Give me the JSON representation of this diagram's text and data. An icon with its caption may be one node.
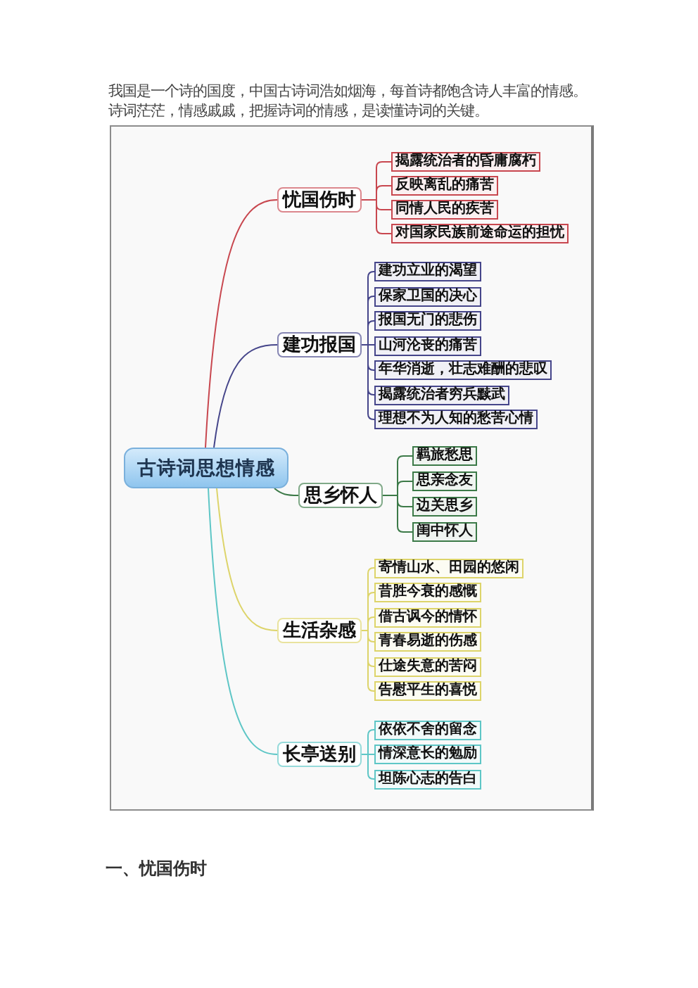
{
  "diagram": {
    "nodes": [
      {
        "text": [
          "古诗词思想情感"
        ]
      },
      {
        "text": [
          "忧国伤时"
        ]
      },
      {
        "text": [
          "揭露统治者的昏庸腐朽"
        ]
      },
      {
        "text": [
          "反映离乱的痛苦"
        ]
      },
      {
        "text": [
          "同情人民的疾苦"
        ]
      },
      {
        "text": [
          "对国家民族前途命运的担忧"
        ]
      },
      {
        "text": [
          "建功报国"
        ]
      },
      {
        "text": [
          "建功立业的渴望"
        ]
      },
      {
        "text": [
          "保家卫国的决心"
        ]
      },
      {
        "text": [
          "报国无门的悲伤"
        ]
      },
      {
        "text": [
          "山河沦丧的痛苦"
        ]
      },
      {
        "text": [
          "年华消逝，壮志难酬的悲叹"
        ]
      },
      {
        "text": [
          "揭露统治者穷兵黩武"
        ]
      },
      {
        "text": [
          "理想不为人知的愁苦心情"
        ]
      },
      {
        "text": [
          "思乡怀人"
        ]
      },
      {
        "text": [
          "羁旅愁思"
        ]
      },
      {
        "text": [
          "思亲念友"
        ]
      },
      {
        "text": [
          "边关思乡"
        ]
      },
      {
        "text": [
          "闺中怀人"
        ]
      },
      {
        "text": [
          "生活杂感"
        ]
      },
      {
        "text": [
          "寄情山水、田园的悠闲"
        ]
      },
      {
        "text": [
          "昔胜今衰的感慨"
        ]
      },
      {
        "text": [
          "借古讽今的情怀"
        ]
      },
      {
        "text": [
          "青春易逝的伤感"
        ]
      },
      {
        "text": [
          "仕途失意的苦闷"
        ]
      },
      {
        "text": [
          "告慰平生的喜悦"
        ]
      },
      {
        "text": [
          "长亭送别"
        ]
      },
      {
        "text": [
          "依依不舍的留念"
        ]
      },
      {
        "text": [
          "情深意长的勉励"
        ]
      },
      {
        "text": [
          "坦陈心志的告白"
        ]
      }
    ],
    "edges": [
      {
        "from": 0,
        "to": 1,
        "arrow": "none",
        "color": "#c8474f"
      },
      {
        "from": 1,
        "to": 2,
        "arrow": "none",
        "color": "#c8474f"
      },
      {
        "from": 1,
        "to": 3,
        "arrow": "none",
        "color": "#c8474f"
      },
      {
        "from": 1,
        "to": 4,
        "arrow": "none",
        "color": "#c8474f"
      },
      {
        "from": 1,
        "to": 5,
        "arrow": "none",
        "color": "#c8474f"
      },
      {
        "from": 0,
        "to": 6,
        "arrow": "none",
        "color": "#45458a"
      },
      {
        "from": 6,
        "to": 7,
        "arrow": "none",
        "color": "#45458a"
      },
      {
        "from": 6,
        "to": 8,
        "arrow": "none",
        "color": "#45458a"
      },
      {
        "from": 6,
        "to": 9,
        "arrow": "none",
        "color": "#45458a"
      },
      {
        "from": 6,
        "to": 10,
        "arrow": "none",
        "color": "#45458a"
      },
      {
        "from": 6,
        "to": 11,
        "arrow": "none",
        "color": "#45458a"
      },
      {
        "from": 6,
        "to": 12,
        "arrow": "none",
        "color": "#45458a"
      },
      {
        "from": 6,
        "to": 13,
        "arrow": "none",
        "color": "#45458a"
      },
      {
        "from": 0,
        "to": 14,
        "arrow": "none",
        "color": "#3c7a48"
      },
      {
        "from": 14,
        "to": 15,
        "arrow": "none",
        "color": "#3c7a48"
      },
      {
        "from": 14,
        "to": 16,
        "arrow": "none",
        "color": "#3c7a48"
      },
      {
        "from": 14,
        "to": 17,
        "arrow": "none",
        "color": "#3c7a48"
      },
      {
        "from": 14,
        "to": 18,
        "arrow": "none",
        "color": "#3c7a48"
      },
      {
        "from": 0,
        "to": 19,
        "arrow": "none",
        "color": "#ddd46a"
      },
      {
        "from": 19,
        "to": 20,
        "arrow": "none",
        "color": "#ddd46a"
      },
      {
        "from": 19,
        "to": 21,
        "arrow": "none",
        "color": "#ddd46a"
      },
      {
        "from": 19,
        "to": 22,
        "arrow": "none",
        "color": "#ddd46a"
      },
      {
        "from": 19,
        "to": 23,
        "arrow": "none",
        "color": "#ddd46a"
      },
      {
        "from": 19,
        "to": 24,
        "arrow": "none",
        "color": "#ddd46a"
      },
      {
        "from": 19,
        "to": 25,
        "arrow": "none",
        "color": "#ddd46a"
      },
      {
        "from": 0,
        "to": 26,
        "arrow": "none",
        "color": "#5ec6c6"
      },
      {
        "from": 26,
        "to": 27,
        "arrow": "none",
        "color": "#5ec6c6"
      },
      {
        "from": 26,
        "to": 28,
        "arrow": "none",
        "color": "#5ec6c6"
      },
      {
        "from": 26,
        "to": 29,
        "arrow": "none",
        "color": "#5ec6c6"
      }
    ],
    "labels": [
      "我国是一个诗的国度，中国古诗词浩如烟海，每首诗都饱含诗人丰富的情感。诗词茫茫，情感戚戚，把握诗词的情感，是读懂诗词的关键。",
      "一、忧国伤时"
    ]
  }
}
